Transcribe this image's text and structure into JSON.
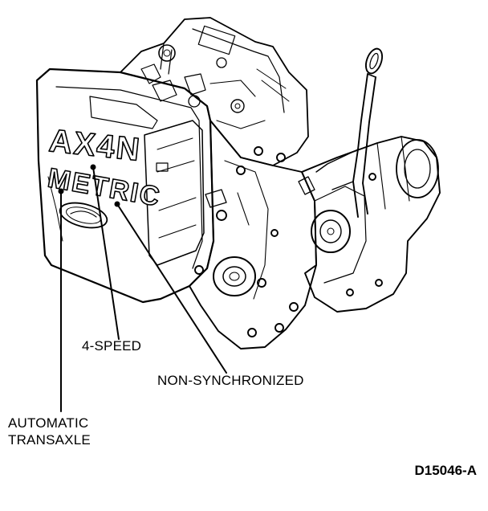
{
  "labels": {
    "four_speed": "4-SPEED",
    "non_synchronized": "NON-SYNCHRONIZED",
    "automatic_line1": "AUTOMATIC",
    "automatic_line2": "TRANSAXLE"
  },
  "case_lettering": {
    "line1": "AX4N",
    "line2": "METRIC"
  },
  "figure_id": "D15046-A"
}
